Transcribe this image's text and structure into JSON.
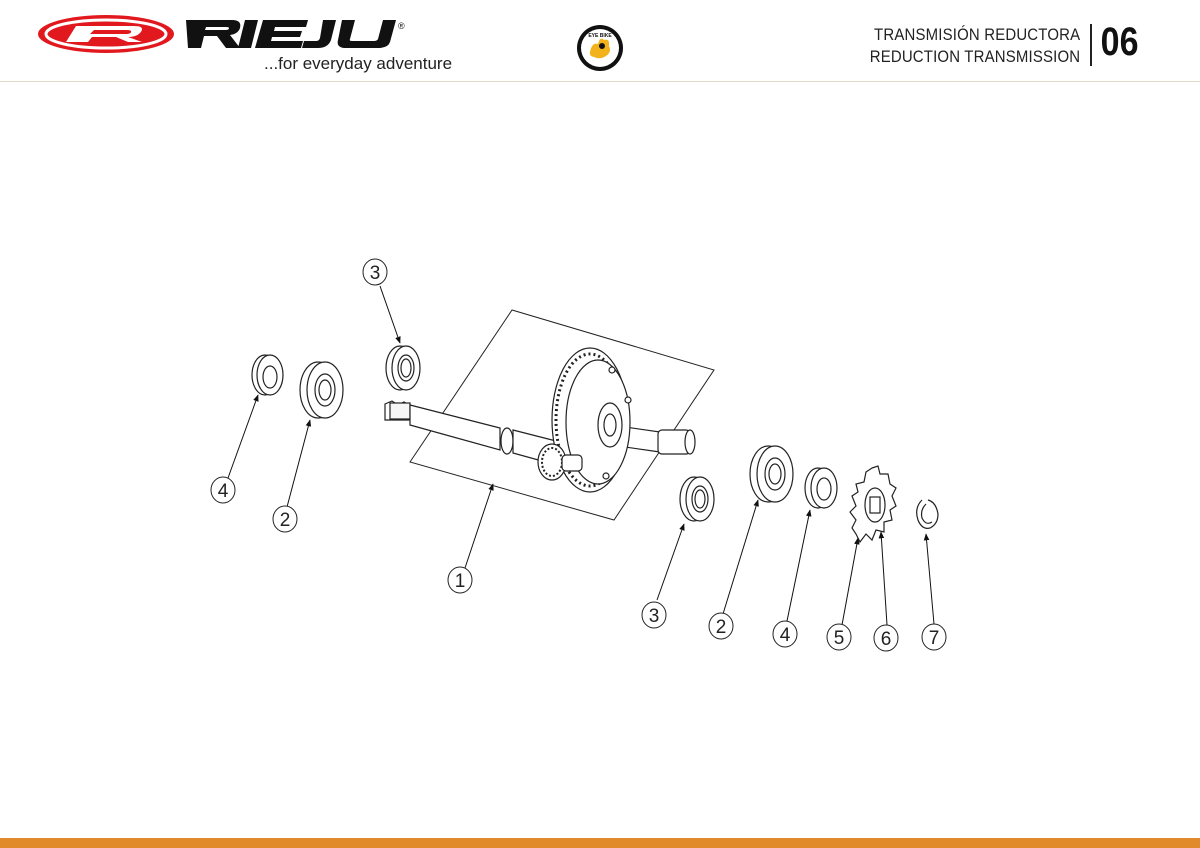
{
  "brand": {
    "name": "RIEJU",
    "tagline": "...for everyday adventure",
    "primary_color": "#e1191f",
    "accent_color": "#e08a2c"
  },
  "badge": {
    "icon": "eye-bike-badge-icon",
    "text": "EYE BIKE"
  },
  "header": {
    "title_es": "TRANSMISIÓN REDUCTORA",
    "title_en": "REDUCTION TRANSMISSION",
    "section_number": "06"
  },
  "diagram": {
    "callouts": [
      {
        "id": "c3-top",
        "label": "3"
      },
      {
        "id": "c4-left",
        "label": "4"
      },
      {
        "id": "c2-left",
        "label": "2"
      },
      {
        "id": "c1",
        "label": "1"
      },
      {
        "id": "c3-bottom",
        "label": "3"
      },
      {
        "id": "c2-right",
        "label": "2"
      },
      {
        "id": "c4-right",
        "label": "4"
      },
      {
        "id": "c5",
        "label": "5"
      },
      {
        "id": "c6",
        "label": "6"
      },
      {
        "id": "c7",
        "label": "7"
      }
    ]
  }
}
